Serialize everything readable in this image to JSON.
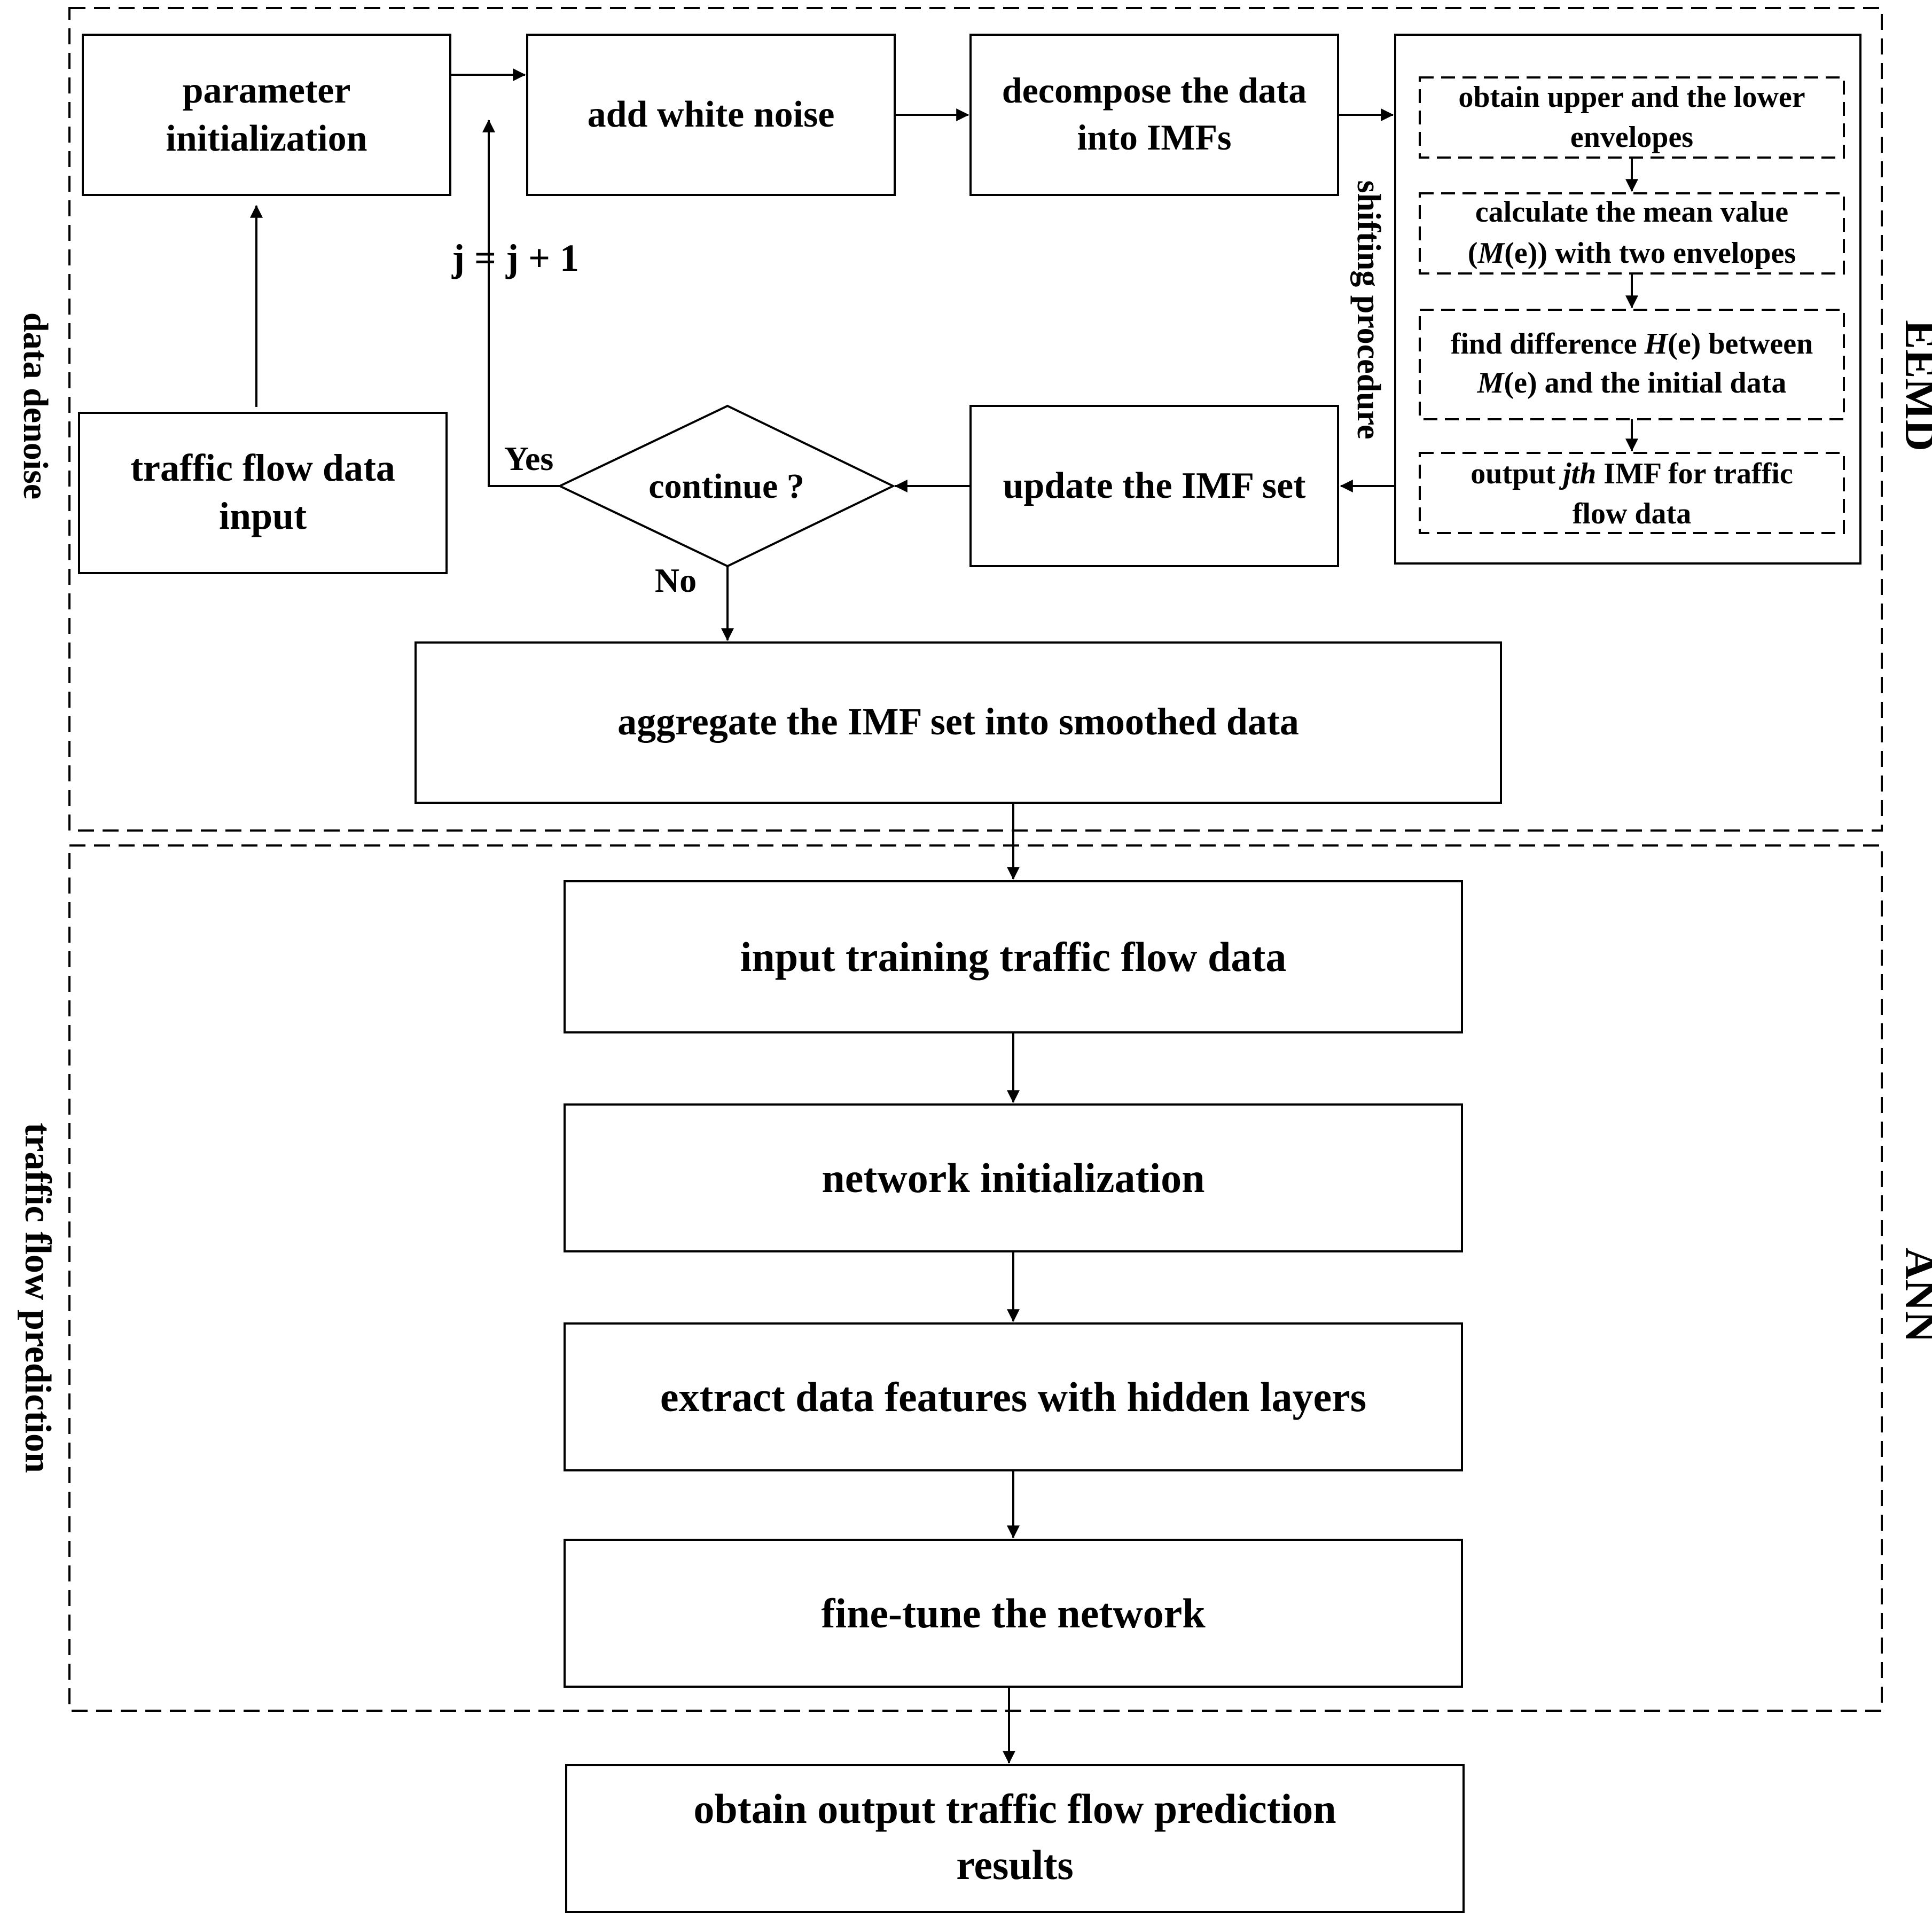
{
  "regions": {
    "data_denoise": "data denoise",
    "traffic_flow_prediction": "traffic flow prediction",
    "eemd": "EEMD",
    "ann": "ANN"
  },
  "denoise": {
    "parameter_initialization": [
      "parameter",
      "initialization"
    ],
    "add_white_noise": "add white noise",
    "decompose": [
      "decompose the data",
      "into IMFs"
    ],
    "traffic_flow_input": [
      "traffic flow data",
      "input"
    ],
    "continue_decision": "continue ?",
    "update_imf_set": "update the IMF set",
    "aggregate": "aggregate the IMF set into smoothed data",
    "j_increment": "j = j + 1",
    "yes_label": "Yes",
    "no_label": "No"
  },
  "sifting": {
    "label": "shifting procedure",
    "step1": [
      "obtain upper and the lower",
      "envelopes"
    ],
    "step2_line1": "calculate the mean value",
    "step2_line2": {
      "open": "(",
      "M": "M",
      "rest": "(e)) with two envelopes"
    },
    "step3_line1": {
      "pre": "find difference ",
      "H": "H",
      "post": "(e) between"
    },
    "step3_line2": {
      "M": "M",
      "post": "(e) and the initial data"
    },
    "step4_line1": {
      "pre": "output ",
      "jth": "jth",
      "post": " IMF for traffic"
    },
    "step4_line2": "flow data"
  },
  "ann": {
    "input_training": "input training traffic flow data",
    "network_init": "network initialization",
    "extract_features": "extract data features with hidden layers",
    "fine_tune": "fine-tune the network"
  },
  "output": {
    "results": [
      "obtain output traffic flow prediction",
      "results"
    ]
  }
}
